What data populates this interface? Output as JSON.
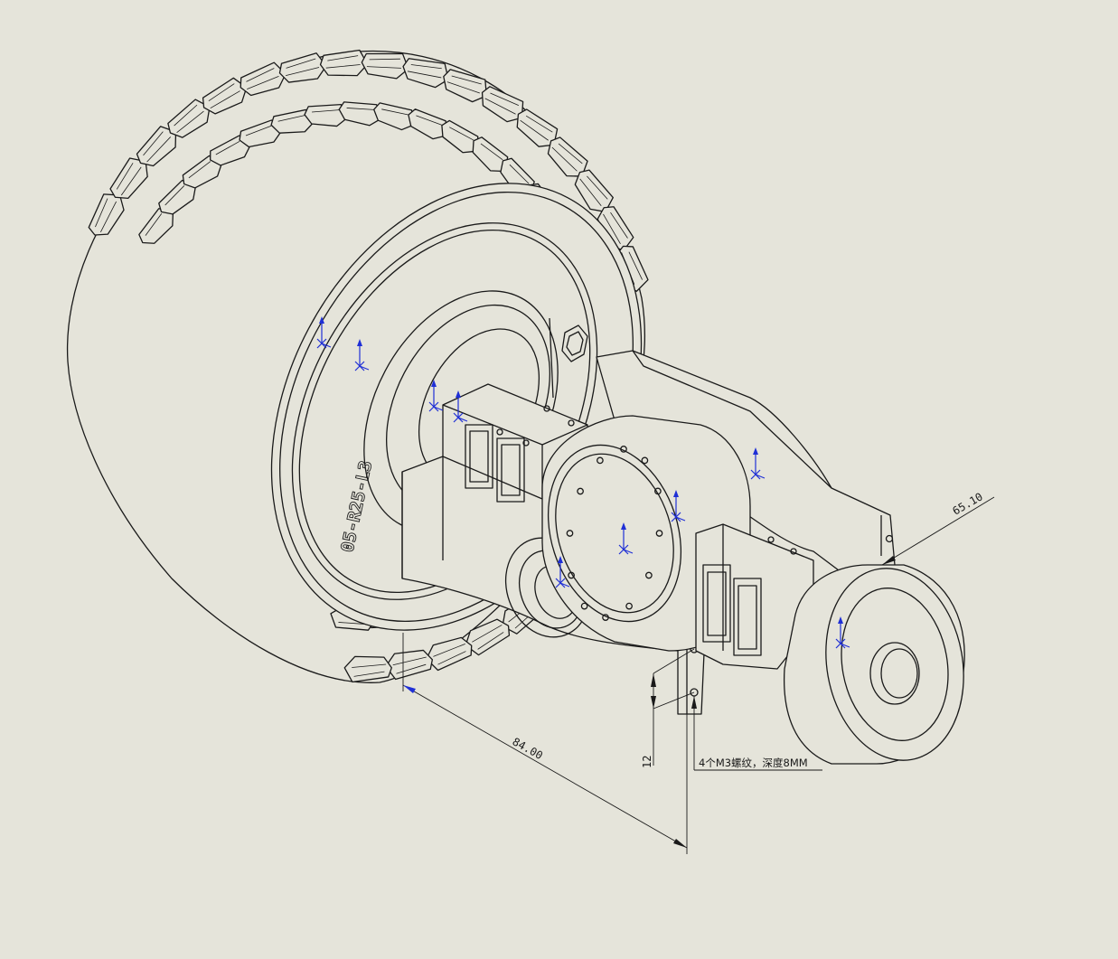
{
  "drawing": {
    "engraving_text": "05-R25-L3",
    "dimensions": {
      "overall_length": "84.00",
      "offset_height": "12",
      "flange_distance": "65.10"
    },
    "note": "4个M3螺纹，深度8MM"
  },
  "colors": {
    "background": "#e5e4da",
    "line": "#1a1a1a",
    "triad": "#1f2fd6"
  }
}
